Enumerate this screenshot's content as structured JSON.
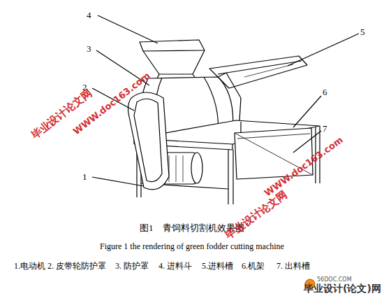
{
  "diagram": {
    "caption": "图1　青饲料切割机效果图",
    "labels": [
      "4",
      "5",
      "3",
      "2",
      "6",
      "7",
      "1",
      "Figure 1    the rendering of green fodder cutting machine",
      "1.电动机",
      "2. 皮带轮防护罩",
      "3. 防护罩",
      "4. 进料斗",
      "5.进料槽",
      "6.机架",
      "7. 出料槽",
      "毕业设计论文网",
      "WWW.doc163.com",
      "WWW.doc163.com",
      "毕业设计论文网",
      "56DOC.COM",
      "毕业设计(论文)网"
    ]
  }
}
